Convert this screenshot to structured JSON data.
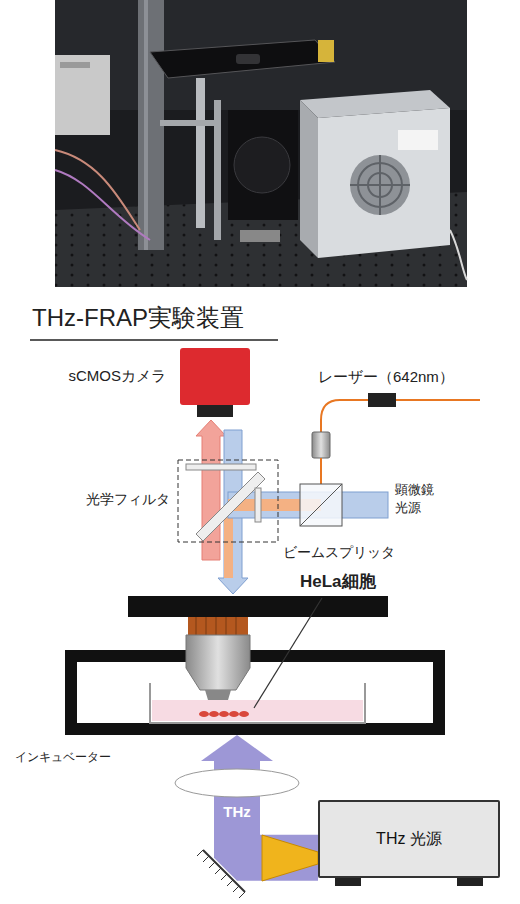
{
  "diagram": {
    "title": "THz-FRAP実験装置",
    "nodes": [
      {
        "text": [
          "sCMOSカメラ"
        ]
      },
      {
        "text": [
          "インキュベーター"
        ]
      },
      {
        "text": [
          "THz 光源"
        ]
      }
    ],
    "edges": [
      {
        "from": 2,
        "to": 1,
        "arrow": "to",
        "label": "THz"
      }
    ],
    "labels": [
      "レーザー（642nm）",
      "光学フィルタ",
      "顕微鏡 光源",
      "ビームスプリッタ",
      "HeLa細胞"
    ]
  }
}
